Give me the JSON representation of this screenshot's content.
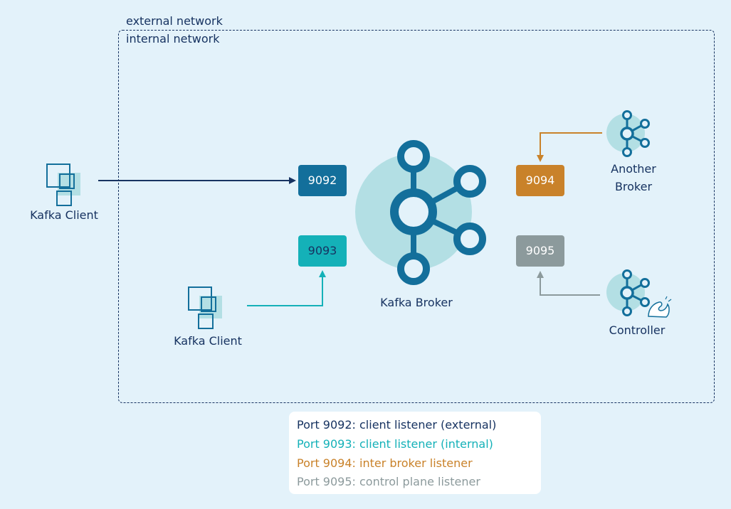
{
  "networks": {
    "external_label": "external network",
    "internal_label": "internal network"
  },
  "ports": {
    "p9092": "9092",
    "p9093": "9093",
    "p9094": "9094",
    "p9095": "9095"
  },
  "nodes": {
    "kafka_client_external": "Kafka Client",
    "kafka_client_internal": "Kafka Client",
    "kafka_broker": "Kafka Broker",
    "another_broker_line1": "Another",
    "another_broker_line2": "Broker",
    "controller": "Controller"
  },
  "legend": {
    "line_9092": "Port 9092: client listener (external)",
    "line_9093": "Port 9093: client listener (internal)",
    "line_9094": "Port 9094: inter broker listener",
    "line_9095": "Port 9095: control plane listener"
  },
  "colors": {
    "navy": "#173361",
    "port_9092": "#136f9b",
    "port_9093": "#14b1b8",
    "port_9094": "#c9822a",
    "port_9095": "#8c9a9c",
    "broker_halo": "#b3dfe4",
    "background": "#e3f2fa"
  },
  "icons": {
    "client": "kafka-client-icon",
    "broker": "kafka-broker-icon",
    "another_broker": "kafka-broker-icon",
    "controller": "kafka-controller-icon"
  }
}
